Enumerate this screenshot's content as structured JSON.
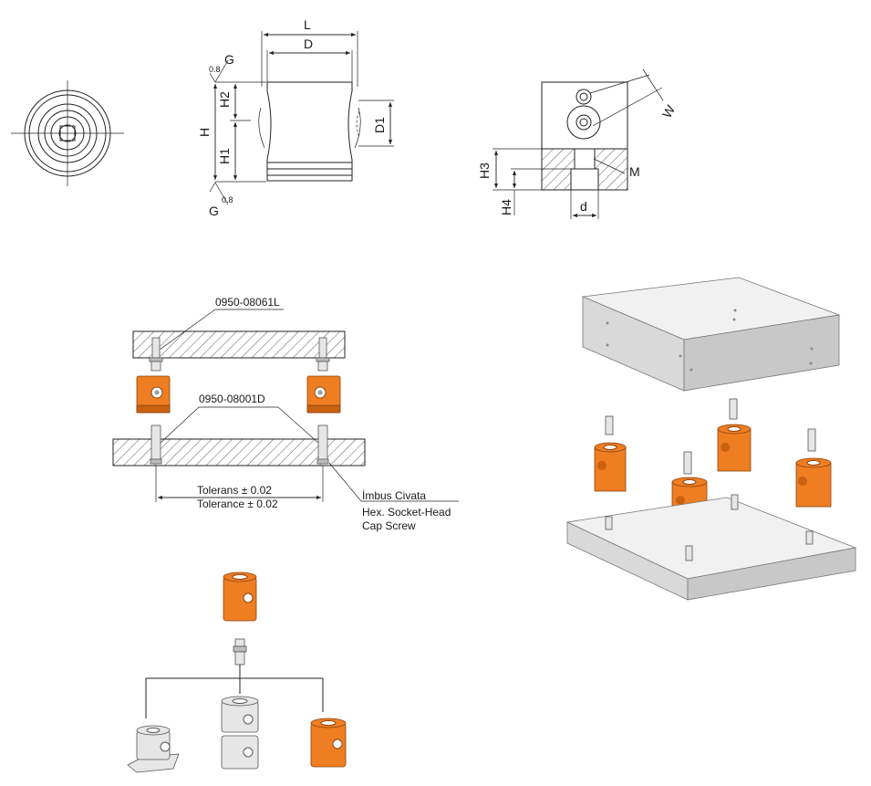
{
  "dimensions": {
    "L": "L",
    "D": "D",
    "G_top": "G",
    "G_bottom": "G",
    "roughness_top": "0.8",
    "roughness_bottom": "0.8",
    "H": "H",
    "H1": "H1",
    "H2": "H2",
    "D1": "D1",
    "W": "W",
    "H3": "H3",
    "H4": "H4",
    "M": "M",
    "d": "d"
  },
  "assembly": {
    "top_part_code": "0950-08061L",
    "bottom_part_code": "0950-08001D",
    "tolerance_tr": "Tolerans ± 0.02",
    "tolerance_en": "Tolerance ± 0.02",
    "screw_tr": "İmbus Civata",
    "screw_en_1": "Hex. Socket-Head",
    "screw_en_2": "Cap Screw"
  },
  "colors": {
    "accent_orange": "#ef7d22",
    "steel": "#e6e6e6"
  }
}
